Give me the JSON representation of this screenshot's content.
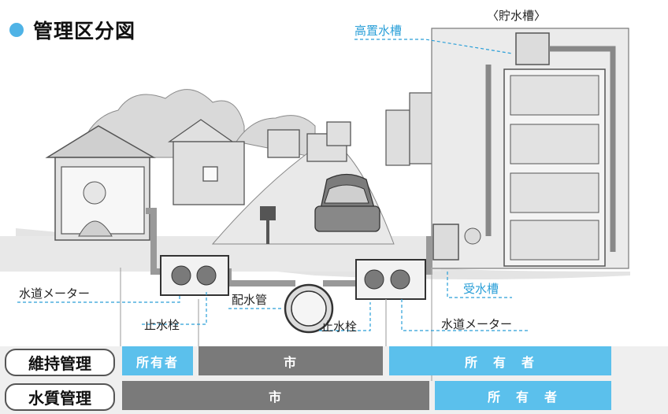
{
  "title": "管理区分図",
  "labels": {
    "tank_storage": "〈貯水槽〉",
    "elevated_tank": "高置水槽",
    "receiving_tank": "受水槽",
    "meter_left": "水道メーター",
    "meter_right": "水道メーター",
    "distribution_pipe": "配水管",
    "stop_valve_left": "止水栓",
    "stop_valve_right": "止水栓"
  },
  "rows": [
    {
      "label": "維持管理",
      "segments": [
        {
          "text": "所有者",
          "color": "#5bc0ec"
        },
        {
          "text": "市",
          "color": "#7a7a7a"
        },
        {
          "text": "所　有　者",
          "color": "#5bc0ec"
        }
      ]
    },
    {
      "label": "水質管理",
      "segments": [
        {
          "text": "市",
          "color": "#7a7a7a"
        },
        {
          "text": "所　有　者",
          "color": "#5bc0ec"
        }
      ]
    }
  ],
  "colors": {
    "accent": "#4fb3e6",
    "label_blue": "#2a9fd8",
    "owner_bar": "#5bc0ec",
    "city_bar": "#7a7a7a"
  }
}
